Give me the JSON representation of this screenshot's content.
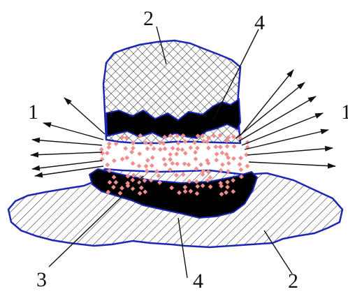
{
  "labels": {
    "top_block": "2",
    "top_layer": "4",
    "left_particles": "1",
    "right_particles": "1",
    "bottom_zone": "3",
    "bottom_layer": "4",
    "bottom_block": "2"
  },
  "colors": {
    "outline": "#1c27b4",
    "hatch": "#222222",
    "layer_fill": "#000000",
    "particles": "#f08e8e",
    "arrows": "#111111",
    "leader": "#111111"
  }
}
